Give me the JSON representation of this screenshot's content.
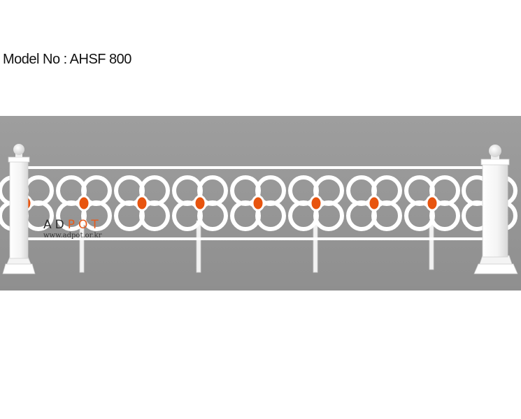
{
  "title": "Model No : AHSF 800",
  "watermark": {
    "brand_left": "AD",
    "brand_right": "POT",
    "url": "www.adpot.or.kr"
  },
  "colors": {
    "background": "#9a9a9a",
    "fence": "#ffffff",
    "flower_center": "#e8540e"
  }
}
